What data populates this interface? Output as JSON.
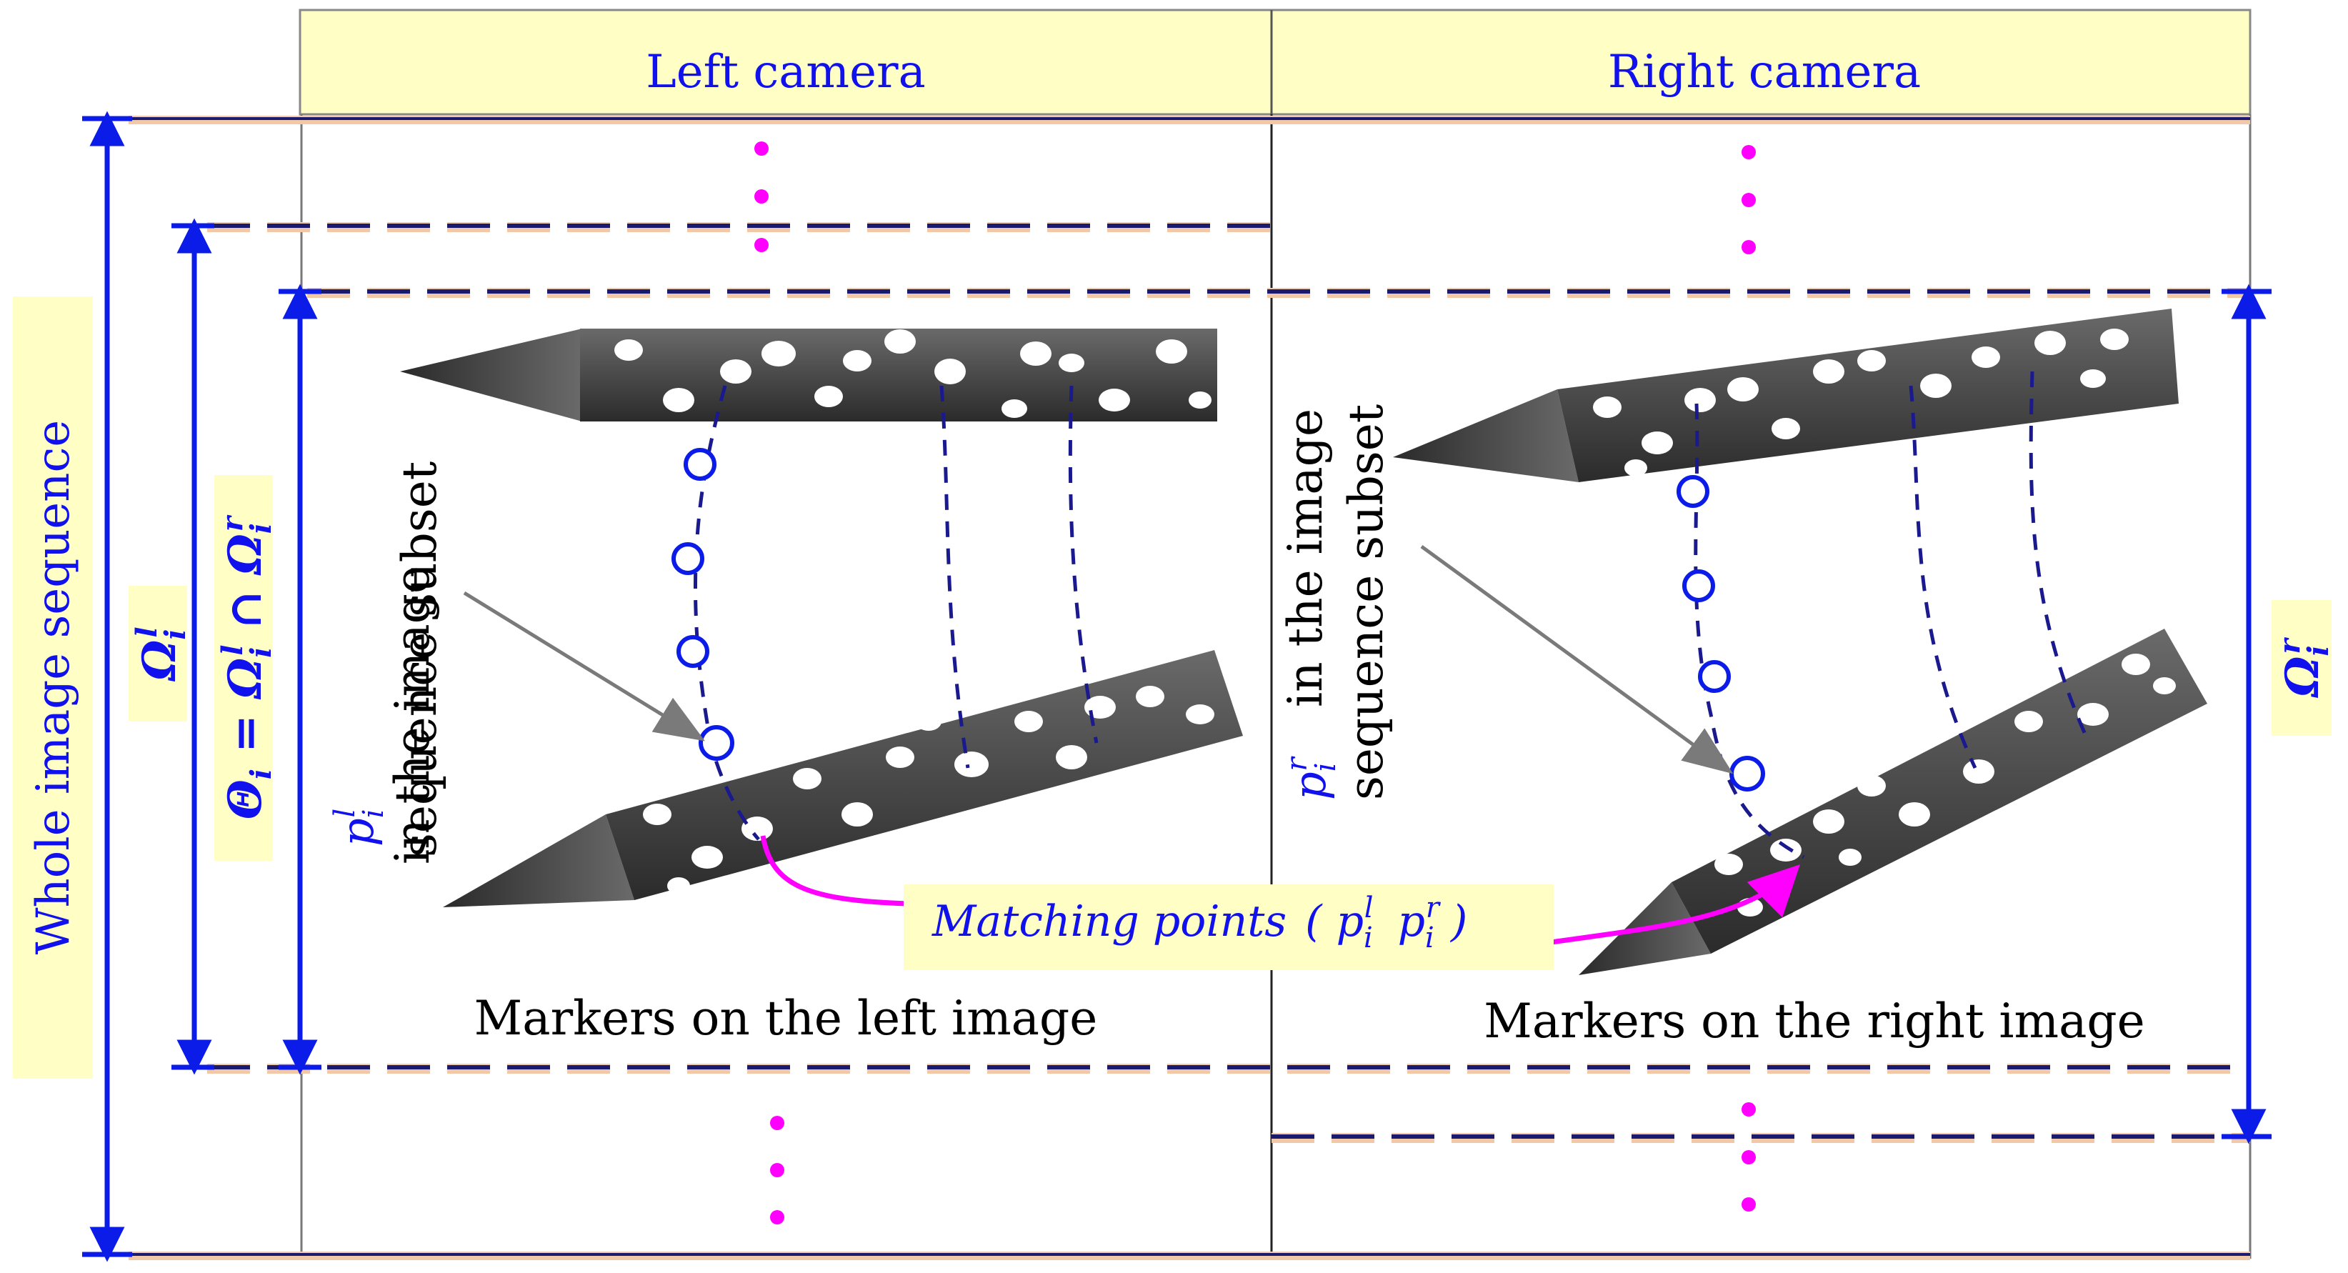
{
  "headers": {
    "left": "Left camera",
    "right": "Right camera"
  },
  "labels": {
    "whole_sequence": "Whole image sequence",
    "omega_left": {
      "symbol": "Ω",
      "sup": "l",
      "sub": "i"
    },
    "omega_right": {
      "symbol": "Ω",
      "sup": "r",
      "sub": "i"
    },
    "theta_expr": {
      "lhs": "Θ",
      "sub": "i",
      "eq": " = ",
      "rhs1": "Ω",
      "sup1": "l",
      "sub1": "i",
      "cap": " ∩ ",
      "rhs2": "Ω",
      "sup2": "r",
      "sub2": "i"
    },
    "left_point": {
      "symbol": "p",
      "sup": "l",
      "sub": "i"
    },
    "right_point": {
      "symbol": "p",
      "sup": "r",
      "sub": "i"
    },
    "subset_line1": "in the image",
    "subset_line2": "sequence subset"
  },
  "captions": {
    "left": "Markers on the left image",
    "right": "Markers on the right image"
  },
  "matching": {
    "text": "Matching points",
    "open": "(",
    "p_left": {
      "symbol": "p",
      "sup": "l",
      "sub": "i"
    },
    "p_right": {
      "symbol": "p",
      "sup": "r",
      "sub": "i"
    },
    "close": ")"
  },
  "ellipsis": "⋮",
  "colors": {
    "text_blue": "#1111ee",
    "arrow_blue": "#0b1be8",
    "label_bg": "#fefec5",
    "magenta": "#ff00ff",
    "dash_navy": "#1a1a6e",
    "dash_shadow": "#f2c9a8",
    "probe_dark": "#4a4a4a",
    "frame_gray": "#777777"
  }
}
